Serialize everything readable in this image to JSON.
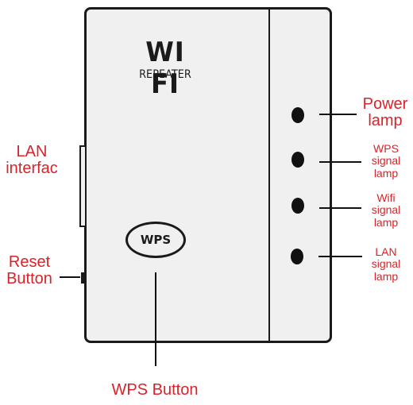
{
  "device": {
    "brand_title": "WI FI",
    "brand_subtitle": "REPEATER",
    "wps_button_label": "WPS"
  },
  "labels": {
    "power_lamp_line1": "Power",
    "power_lamp_line2": "lamp",
    "wps_signal_line1": "WPS",
    "wps_signal_line2": "signal",
    "wps_signal_line3": "lamp",
    "wifi_signal_line1": "Wifi",
    "wifi_signal_line2": "signal",
    "wifi_signal_line3": "lamp",
    "lan_signal_line1": "LAN",
    "lan_signal_line2": "signal",
    "lan_signal_line3": "lamp",
    "lan_interface_line1": "LAN",
    "lan_interface_line2": "interfac",
    "reset_button_line1": "Reset",
    "reset_button_line2": "Button",
    "wps_button_caption": "WPS Button"
  },
  "colors": {
    "label": "#d9232a",
    "outline": "#1a1a1a",
    "device_body": "#f0f0f0"
  }
}
